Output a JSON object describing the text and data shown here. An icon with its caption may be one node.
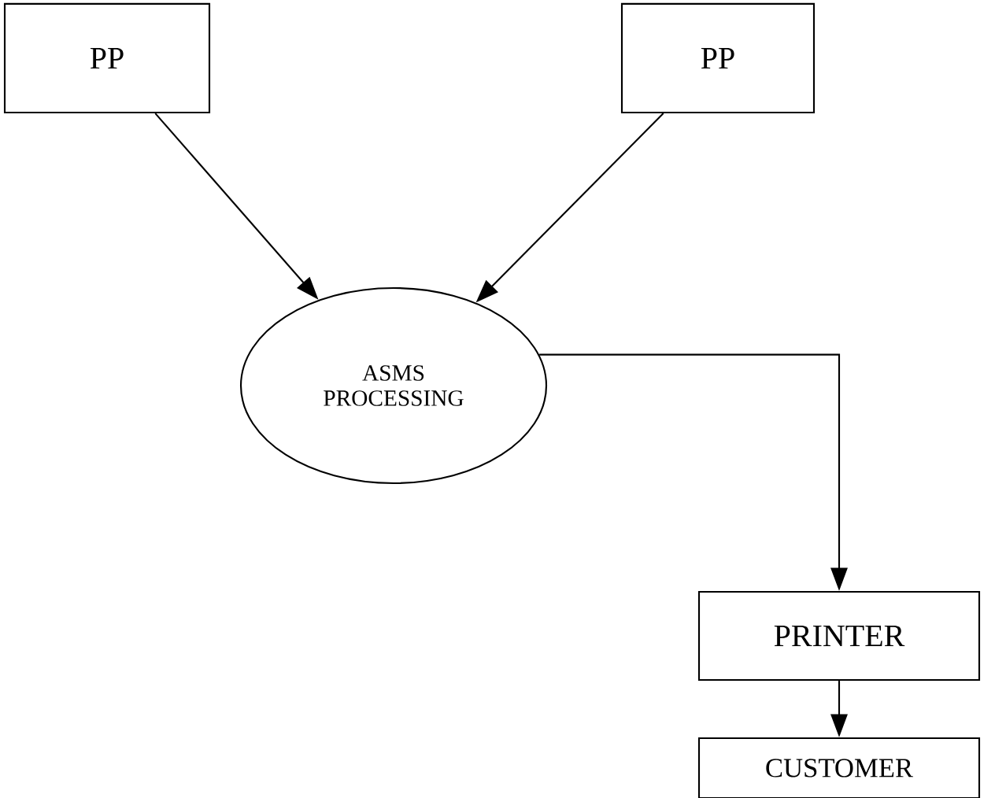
{
  "diagram": {
    "nodes": [
      {
        "text": [
          "PP"
        ]
      },
      {
        "text": [
          "PP"
        ]
      },
      {
        "text": [
          "ASMS PROCESSING"
        ]
      },
      {
        "text": [
          "PRINTER"
        ]
      },
      {
        "text": [
          "CUSTOMER"
        ]
      }
    ],
    "edges": [
      {
        "from": 0,
        "to": 2,
        "arrow": "to"
      },
      {
        "from": 1,
        "to": 2,
        "arrow": "to"
      },
      {
        "from": 2,
        "to": 3,
        "arrow": "to"
      },
      {
        "from": 3,
        "to": 4,
        "arrow": "to"
      }
    ]
  }
}
